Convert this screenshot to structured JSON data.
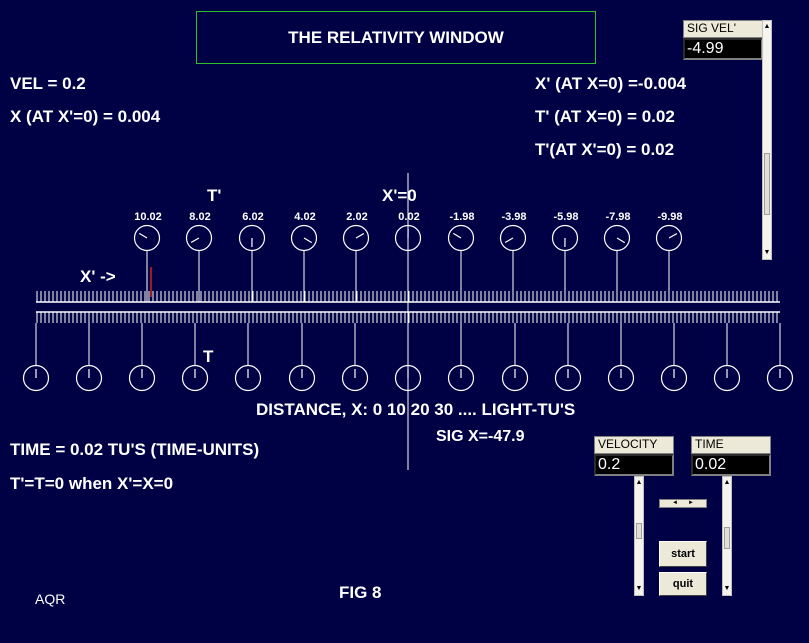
{
  "title": "THE RELATIVITY WINDOW",
  "left_readouts": {
    "vel": "VEL =  0.2",
    "x_at_xp0": "X (AT X'=0) = 0.004"
  },
  "right_readouts": {
    "xp_at_x0": "X' (AT X=0) =-0.004",
    "tp_at_x0": "T' (AT X=0) = 0.02",
    "tp_at_xp0": "T'(AT X'=0) = 0.02"
  },
  "sig_vel": {
    "label": "SIG VEL'",
    "value": "-4.99"
  },
  "moving_frame": {
    "t_label": "T'",
    "origin_label": "X'=0",
    "axis_label": "X' ->",
    "clock_readings": [
      "10.02",
      "8.02",
      "6.02",
      "4.02",
      "2.02",
      "0.02",
      "-1.98",
      "-3.98",
      "-5.98",
      "-7.98",
      "-9.98"
    ]
  },
  "rest_frame": {
    "t_label": "T",
    "distance_label": "DISTANCE, X:  0      10      20     30 ....  LIGHT-TU'S",
    "sig_x": "SIG X=-47.9"
  },
  "time_readout": "TIME = 0.02 TU'S (TIME-UNITS)",
  "sync_note": "T'=T=0 when X'=X=0",
  "velocity_ctl": {
    "label": "VELOCITY",
    "value": "0.2"
  },
  "time_ctl": {
    "label": "TIME",
    "value": "0.02"
  },
  "buttons": {
    "start": "start",
    "quit": "quit"
  },
  "footer": {
    "author": "AQR",
    "fig": "FIG    8"
  },
  "colors": {
    "background": "#000044",
    "title_border": "#2ebf2e",
    "marker": "#cc2222"
  }
}
